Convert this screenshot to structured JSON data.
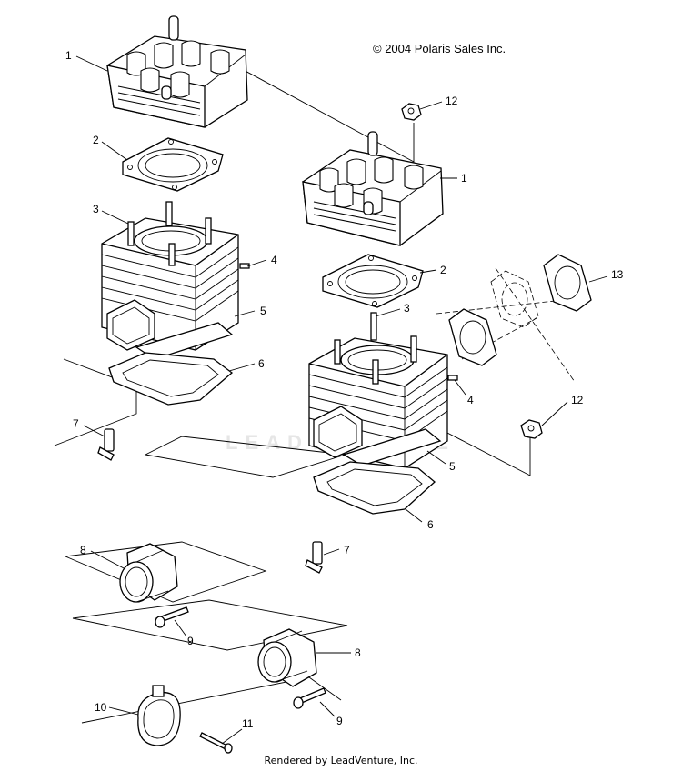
{
  "copyright": "© 2004 Polaris Sales Inc.",
  "footer": "Rendered by LeadVenture, Inc.",
  "watermark": "LEADVENTURE",
  "callouts": [
    {
      "id": "c1a",
      "label": "1"
    },
    {
      "id": "c1b",
      "label": "1"
    },
    {
      "id": "c2a",
      "label": "2"
    },
    {
      "id": "c2b",
      "label": "2"
    },
    {
      "id": "c3a",
      "label": "3"
    },
    {
      "id": "c3b",
      "label": "3"
    },
    {
      "id": "c4a",
      "label": "4"
    },
    {
      "id": "c4b",
      "label": "4"
    },
    {
      "id": "c5a",
      "label": "5"
    },
    {
      "id": "c5b",
      "label": "5"
    },
    {
      "id": "c6a",
      "label": "6"
    },
    {
      "id": "c6b",
      "label": "6"
    },
    {
      "id": "c7a",
      "label": "7"
    },
    {
      "id": "c7b",
      "label": "7"
    },
    {
      "id": "c8a",
      "label": "8"
    },
    {
      "id": "c8b",
      "label": "8"
    },
    {
      "id": "c9a",
      "label": "9"
    },
    {
      "id": "c9b",
      "label": "9"
    },
    {
      "id": "c10",
      "label": "10"
    },
    {
      "id": "c11",
      "label": "11"
    },
    {
      "id": "c12a",
      "label": "12"
    },
    {
      "id": "c12b",
      "label": "12"
    },
    {
      "id": "c13",
      "label": "13"
    }
  ]
}
